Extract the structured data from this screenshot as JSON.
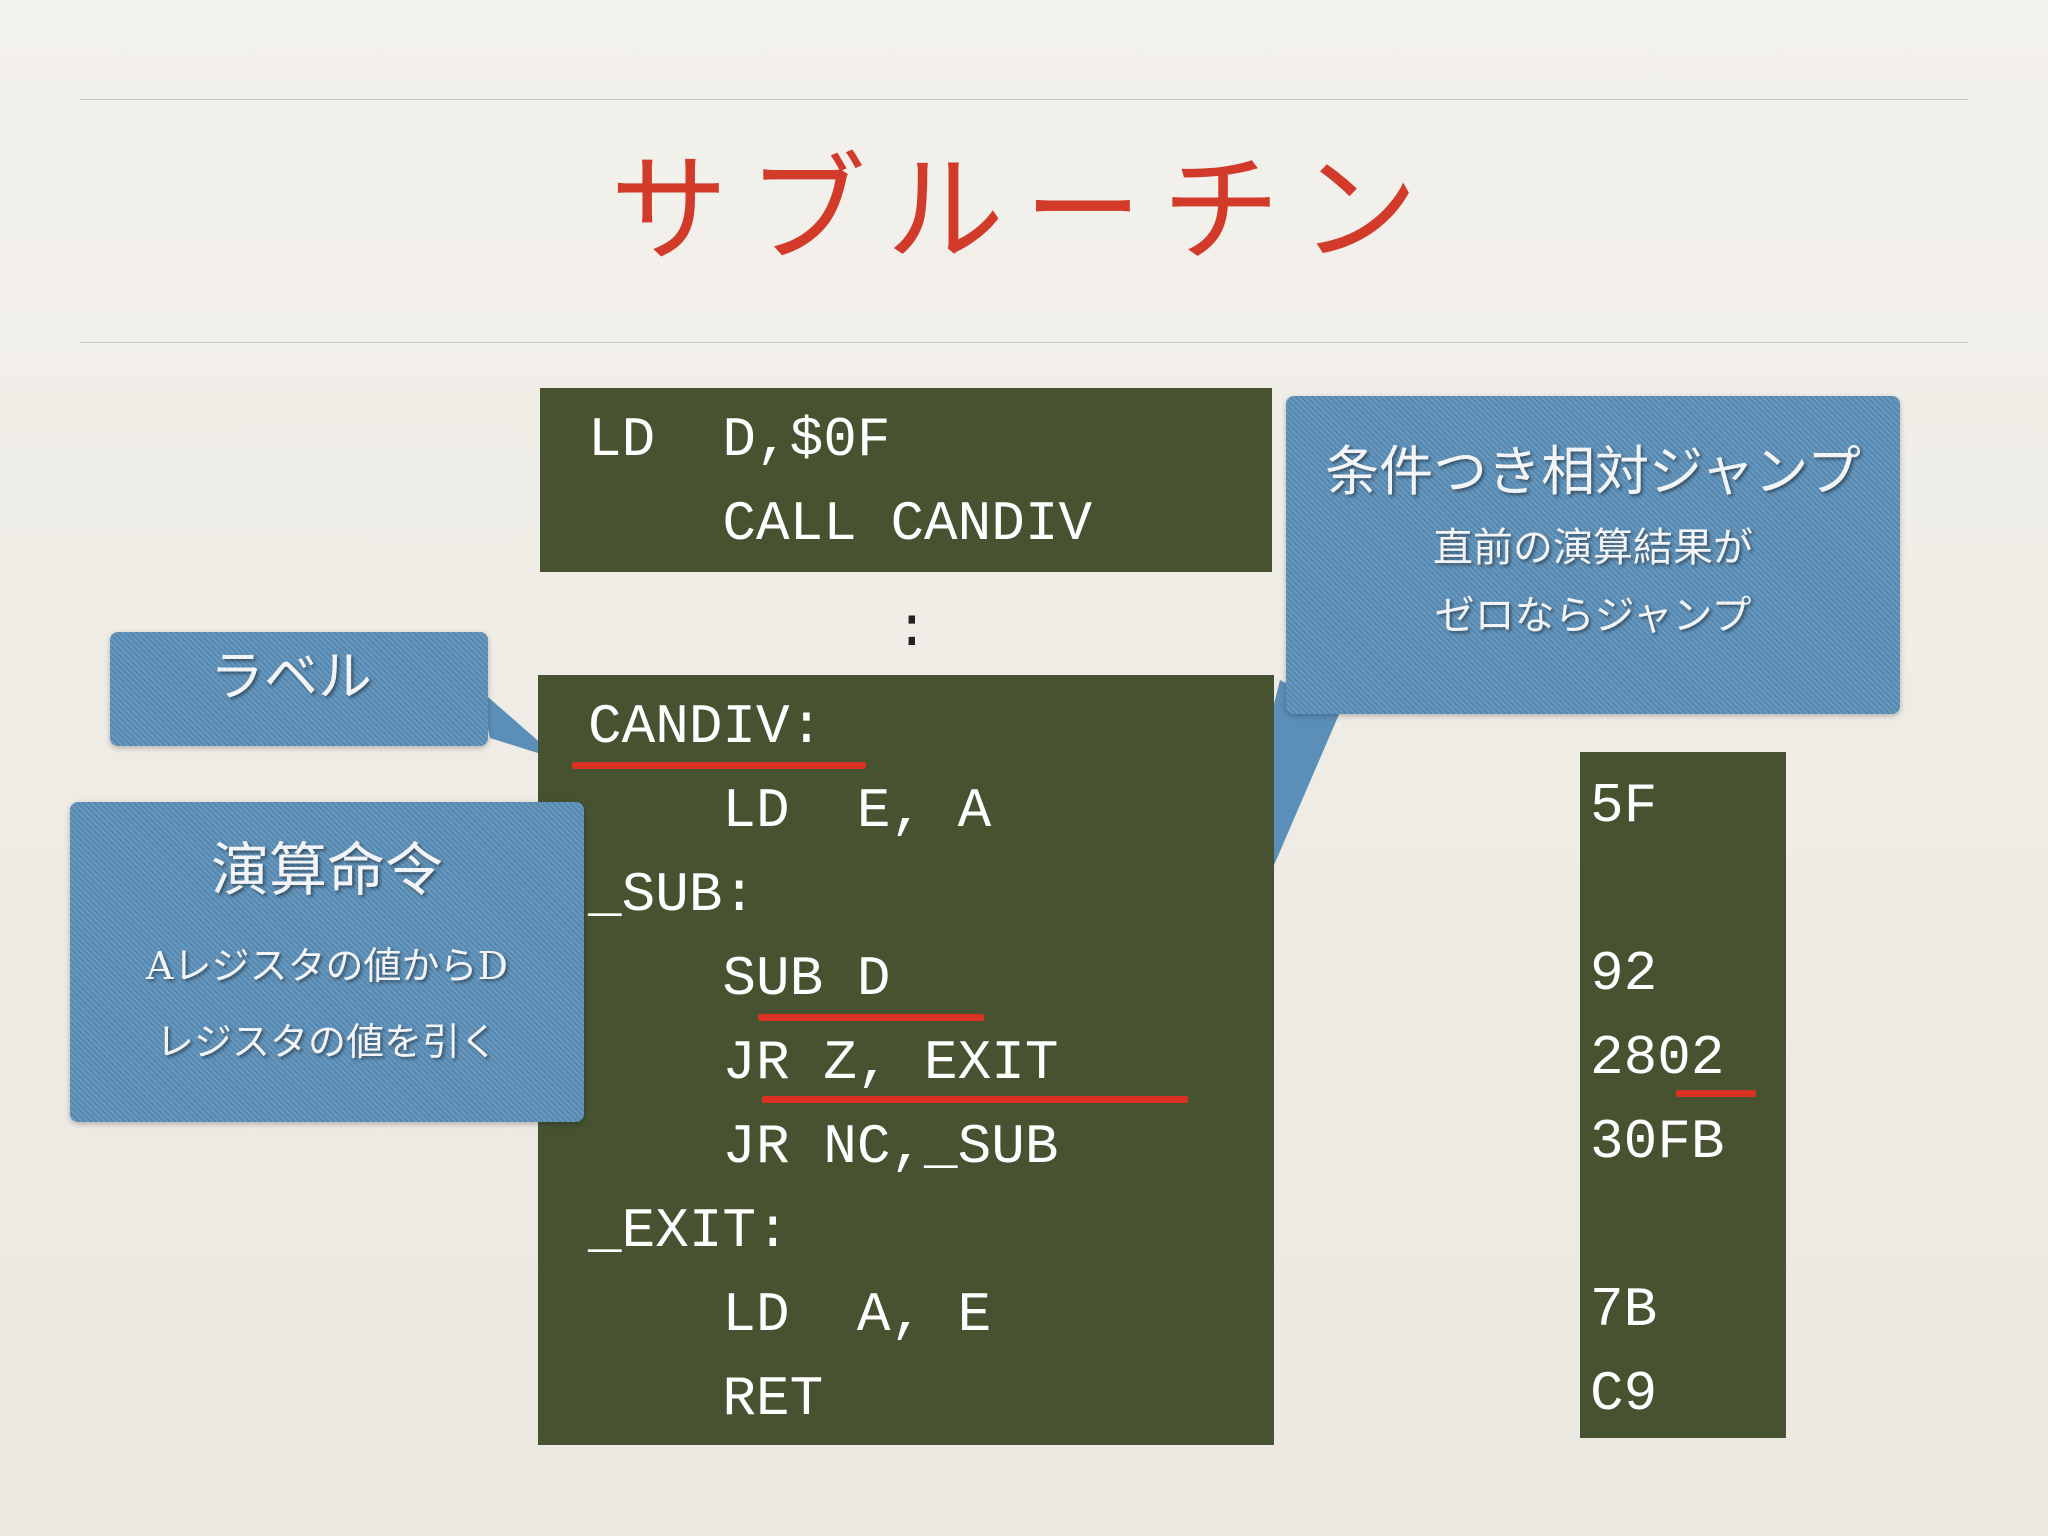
{
  "title": "サブルーチン",
  "code_top": [
    "LD  D,$0F",
    "    CALL CANDIV"
  ],
  "ellipsis": ":",
  "code_main": [
    "CANDIV:",
    "    LD  E, A",
    "_SUB:",
    "    SUB D",
    "    JR Z, EXIT",
    "    JR NC,_SUB",
    "_EXIT:",
    "    LD  A, E",
    "    RET"
  ],
  "machine_code": [
    "5F",
    "",
    "92",
    "2802",
    "30FB",
    "",
    "7B",
    "C9"
  ],
  "callouts": {
    "label": {
      "title": "ラベル"
    },
    "arith": {
      "title": "演算命令",
      "line1": "Aレジスタの値からD",
      "line2": "レジスタの値を引く"
    },
    "jump": {
      "title": "条件つき相対ジャンプ",
      "line1": "直前の演算結果が",
      "line2": "ゼロならジャンプ"
    }
  },
  "colors": {
    "title": "#d23a2a",
    "code_bg": "#465230",
    "callout": "#5b8fb8",
    "underline": "#d93222"
  }
}
